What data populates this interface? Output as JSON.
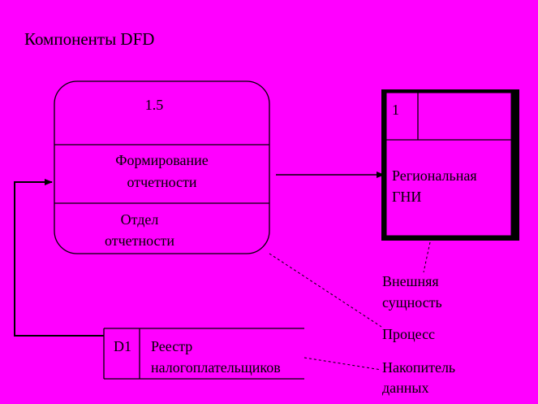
{
  "title": "Компоненты DFD",
  "process": {
    "number": "1.5",
    "name_line1": "Формирование",
    "name_line2": "отчетности",
    "place_line1": "Отдел",
    "place_line2": "отчетности"
  },
  "external_entity": {
    "number": "1",
    "name_line1": "Региональная",
    "name_line2": "ГНИ"
  },
  "data_store": {
    "id": "D1",
    "name_line1": "Реестр",
    "name_line2": "налогоплательщиков"
  },
  "legend": {
    "external_line1": "Внешняя",
    "external_line2": "сущность",
    "process": "Процесс",
    "store_line1": "Накопитель",
    "store_line2": "данных"
  },
  "colors": {
    "background": "#ff00ff",
    "stroke": "#000000"
  }
}
